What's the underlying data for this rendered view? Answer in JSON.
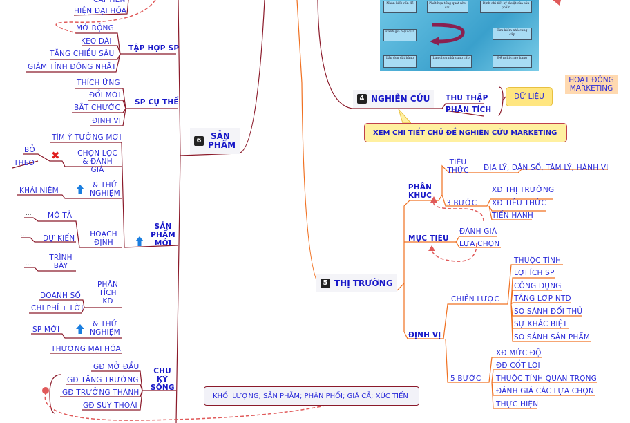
{
  "flowchart": {
    "steps": [
      "Nhận biết vấn đề",
      "Phát họa tổng quát nhu cầu",
      "Định chi tiết kỹ thuật của sản phẩm",
      "Tìm kiếm nhà cung cấp",
      "Đề nghị chào hàng",
      "Lựa chọn nhà cung cấp",
      "Lập đơn đặt hàng",
      "Đánh giá hiệu quả"
    ]
  },
  "san_pham": {
    "num": "6",
    "title": "SẢN PHẨM",
    "top_items": [
      "CẢI TIẾN",
      "HIỆN ĐẠI HÓA"
    ],
    "tap_hop": {
      "label": "TẬP HỢP SP",
      "items": [
        "MỞ RỘNG",
        "KÉO DÀI",
        "TĂNG CHIỀU SÂU",
        "GIẢM TÍNH ĐỒNG NHẤT"
      ]
    },
    "cu_the": {
      "label": "SP CỤ THỂ",
      "items": [
        "THÍCH ỨNG",
        "ĐỔI MỚI",
        "BẮT CHƯỚC",
        "ĐỊNH VỊ"
      ]
    },
    "moi": {
      "label": "SẢN PHẨM MỚI",
      "tim_y_tuong": "TÌM Ý TƯỞNG MỚI",
      "chon_loc": "CHỌN LỌC & ĐÁNH GIÁ",
      "bo": "BỎ",
      "theo": "THEO",
      "thu_nghiem_1": "& THỬ NGHIỆM",
      "khai_niem": "KHÁI NIỆM",
      "hoach_dinh": "HOẠCH ĐỊNH",
      "mo_ta": "MÔ TẢ",
      "du_kien": "DỰ KIẾN",
      "trinh_bay": "TRÌNH BÀY",
      "dots": "...",
      "phan_tich": "PHÂN TÍCH KD",
      "doanh_so": "DOANH SỐ",
      "chi_phi": "CHI PHÍ + LỜI",
      "thu_nghiem_2": "& THỬ NGHIỆM",
      "sp_moi": "SP MỚI",
      "thuong_mai": "THƯƠNG MẠI HÓA"
    },
    "chu_ky": {
      "label": "CHU KỲ SỐNG",
      "items": [
        "GĐ MỞ ĐẦU",
        "GĐ TĂNG TRƯỞNG",
        "GĐ TRƯỞNG THÀNH",
        "GĐ SUY THOÁI"
      ]
    },
    "khoi_luong": "KHỐI LƯỢNG; SẢN PHẪM; PHÂN PHỐI; GIÁ CẢ; XÚC TIẾN"
  },
  "nghien_cuu": {
    "num": "4",
    "title": "NGHIÊN CỨU",
    "items": [
      "THU THẬP",
      "PHÂN TÍCH"
    ],
    "du_lieu": "DỮ LIỆU",
    "hoat_dong": "HOẠT ĐỘNG MARKETING",
    "callout": "XEM CHI TIẾT CHỦ ĐỀ NGHIÊN CỨU MARKETING"
  },
  "thi_truong": {
    "num": "5",
    "title": "THỊ TRƯỜNG",
    "phan_khuc": {
      "label": "PHÂN KHÚC",
      "tieu_thuc": "TIÊU THỨC",
      "tieu_thuc_value": "ĐỊA LÝ, DÂN SỐ, TÂM LÝ, HÀNH VI",
      "ba_buoc": "3 BƯỚC",
      "steps": [
        "XĐ THỊ TRƯỜNG",
        "XĐ TIÊU THỨC",
        "TIẾN HÀNH"
      ]
    },
    "muc_tieu": {
      "label": "MỤC TIÊU",
      "items": [
        "ĐÁNH GIÁ",
        "LỰA CHỌN"
      ]
    },
    "dinh_vi": {
      "label": "ĐỊNH VỊ",
      "chien_luoc": {
        "label": "CHIẾN LƯỢC",
        "items": [
          "THUỘC TÍNH",
          "LỢI ÍCH SP",
          "CÔNG DỤNG",
          "TẦNG LỚP NTD",
          "SO SÁNH ĐỐI THỦ",
          "SỰ KHÁC BIỆT",
          "SO SÁNH SẢN PHẨM"
        ]
      },
      "nam_buoc": {
        "label": "5 BƯỚC",
        "items": [
          "XĐ MỨC ĐỘ",
          "ĐĐ CỐT LÕI",
          "THUỘC TÍNH QUAN TRỌNG",
          "ĐÁNH GIÁ CÁC LỰA CHỌN",
          "THỰC HIỆN"
        ]
      }
    }
  }
}
